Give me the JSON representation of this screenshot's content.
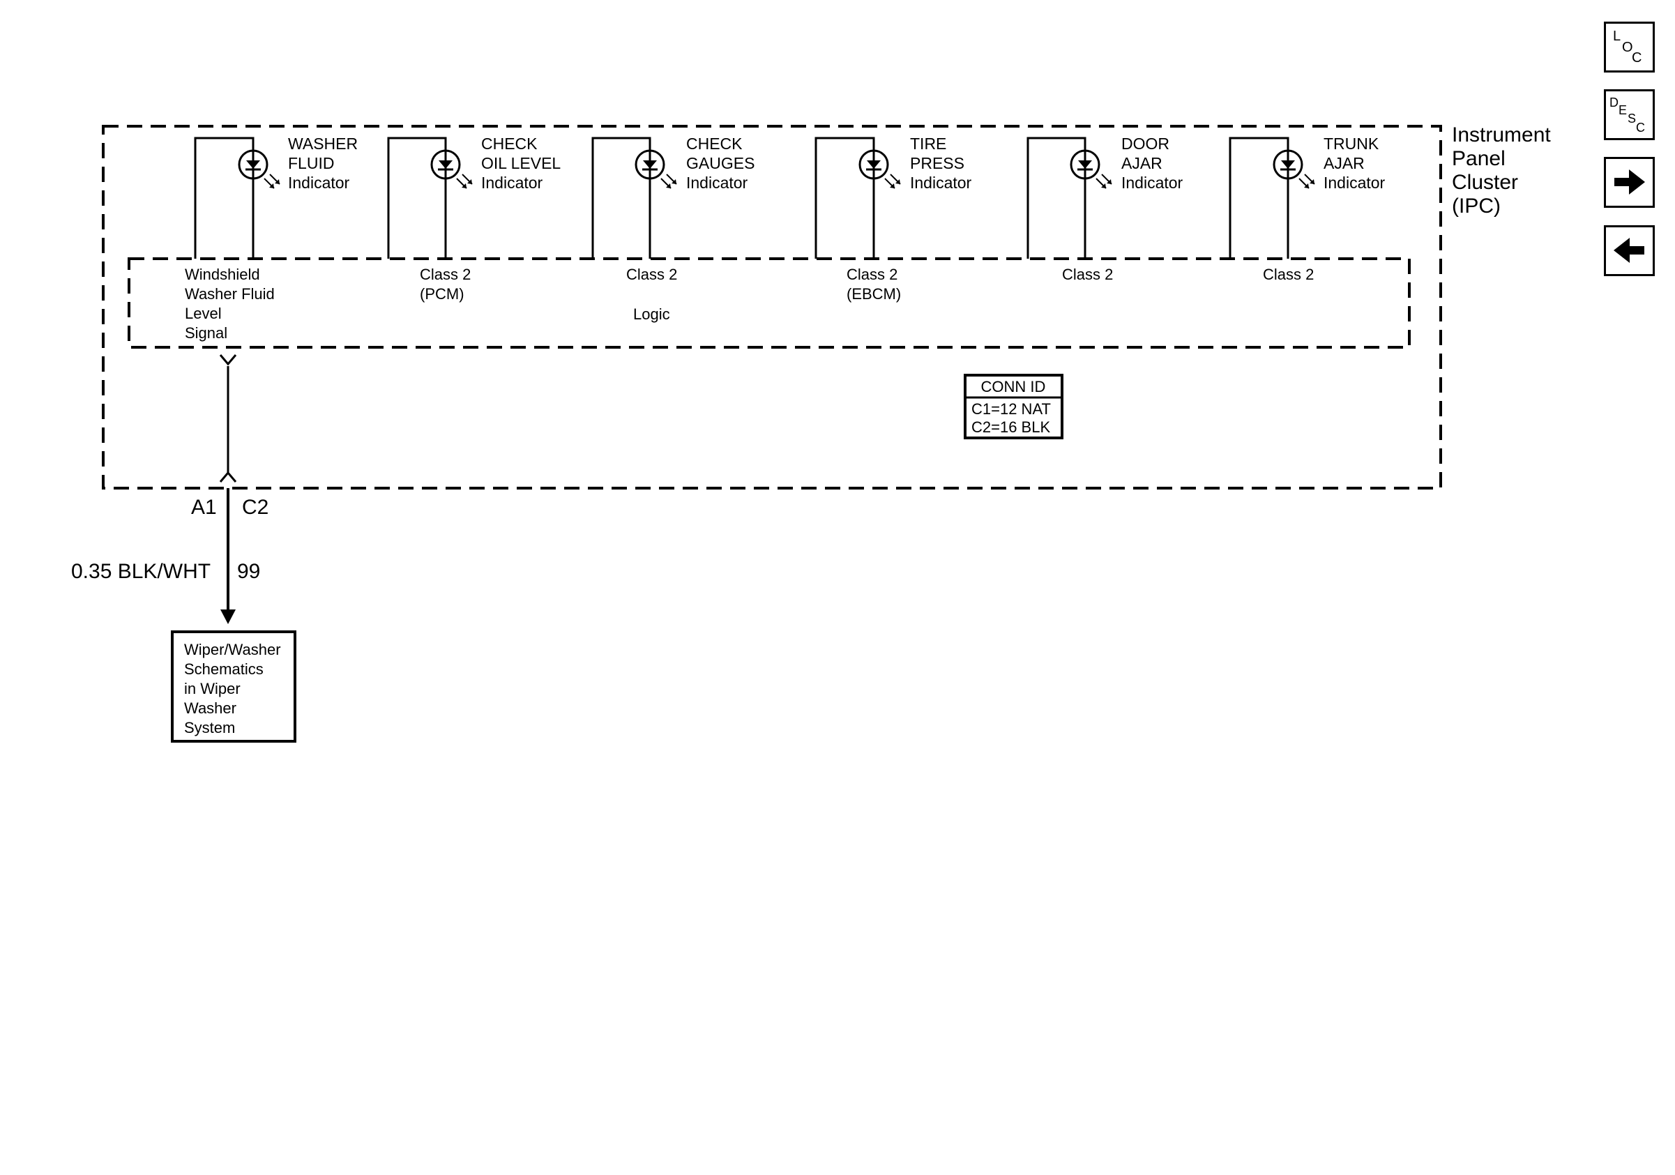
{
  "enclosure_label": [
    "Instrument",
    "Panel",
    "Cluster",
    "(IPC)"
  ],
  "indicators": [
    {
      "name": [
        "WASHER",
        "FLUID"
      ],
      "type": "Indicator",
      "input": [
        "Windshield",
        "Washer Fluid",
        "Level",
        "Signal"
      ]
    },
    {
      "name": [
        "CHECK",
        "OIL LEVEL"
      ],
      "type": "Indicator",
      "input": [
        "Class 2",
        "(PCM)"
      ]
    },
    {
      "name": [
        "CHECK",
        "GAUGES"
      ],
      "type": "Indicator",
      "input": [
        "Class 2"
      ]
    },
    {
      "name": [
        "TIRE",
        "PRESS"
      ],
      "type": "Indicator",
      "input": [
        "Class 2",
        "(EBCM)"
      ]
    },
    {
      "name": [
        "DOOR",
        "AJAR"
      ],
      "type": "Indicator",
      "input": [
        "Class 2"
      ]
    },
    {
      "name": [
        "TRUNK",
        "AJAR"
      ],
      "type": "Indicator",
      "input": [
        "Class 2"
      ]
    }
  ],
  "logic_label": "Logic",
  "conn_id": {
    "title": "CONN ID",
    "rows": [
      "C1=12 NAT",
      "C2=16 BLK"
    ]
  },
  "connector": {
    "pin": "A1",
    "connector": "C2"
  },
  "wire": {
    "spec": "0.35 BLK/WHT",
    "circuit": "99"
  },
  "reference_box": [
    "Wiper/Washer",
    "Schematics",
    "in Wiper",
    "Washer",
    "System"
  ],
  "nav": {
    "loc_letters": [
      "L",
      "O",
      "C"
    ],
    "desc_letters": [
      "D",
      "E",
      "S",
      "C"
    ],
    "next_icon": "arrow-right-icon",
    "prev_icon": "arrow-left-icon"
  }
}
